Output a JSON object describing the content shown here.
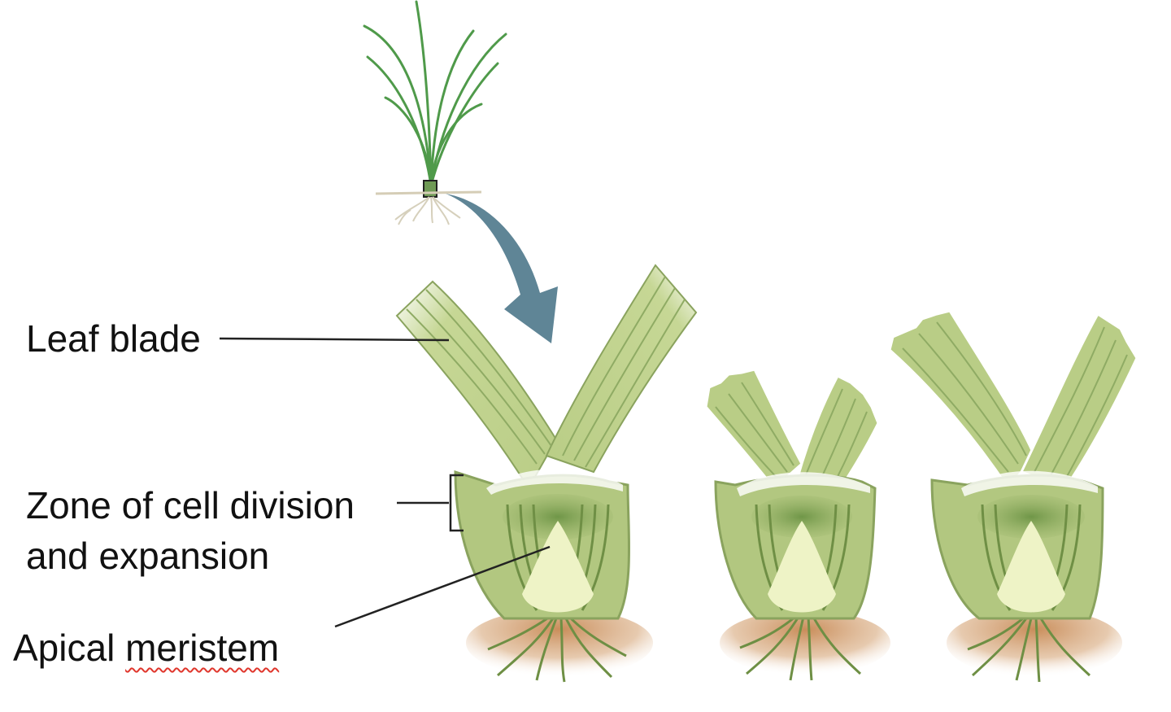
{
  "labels": {
    "leaf_blade": "Leaf blade",
    "zone_line1": "Zone of cell division",
    "zone_line2": "and expansion",
    "apical_word1": "Apical",
    "apical_word2": "meristem"
  },
  "colors": {
    "leaf_light": "#c6d795",
    "leaf_mid": "#aec47c",
    "leaf_dark": "#7f9e52",
    "leaf_outline": "#8aa35e",
    "meristem": "#eef3c6",
    "arrow": "#5f8596",
    "soil": "#c98d5a",
    "roots": "#6e8f44",
    "grass": "#4f9a4a",
    "leader_line": "#222222"
  }
}
